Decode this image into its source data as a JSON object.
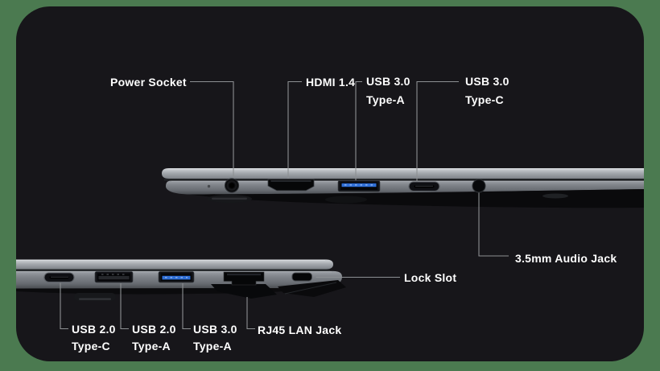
{
  "theme": {
    "outer_background": "#4b7a50",
    "panel_background": "#17161a",
    "label_color": "#ffffff",
    "callout_line_color": "#8d9093",
    "usb3_accent_blue": "#2f6fd6"
  },
  "top_view": {
    "description": "laptop right side ports",
    "callouts": [
      {
        "id": "power-socket",
        "lines": [
          "Power Socket"
        ]
      },
      {
        "id": "hdmi",
        "lines": [
          "HDMI 1.4"
        ]
      },
      {
        "id": "usb3-type-a",
        "lines": [
          "USB 3.0",
          "Type-A"
        ]
      },
      {
        "id": "usb3-type-c",
        "lines": [
          "USB 3.0",
          "Type-C"
        ]
      },
      {
        "id": "audio-jack",
        "lines": [
          "3.5mm Audio Jack"
        ]
      }
    ]
  },
  "bottom_view": {
    "description": "laptop left side ports",
    "callouts": [
      {
        "id": "usb2-type-c",
        "lines": [
          "USB 2.0",
          "Type-C"
        ]
      },
      {
        "id": "usb2-type-a",
        "lines": [
          "USB 2.0",
          "Type-A"
        ]
      },
      {
        "id": "usb3-type-a",
        "lines": [
          "USB 3.0",
          "Type-A"
        ]
      },
      {
        "id": "rj45-lan",
        "lines": [
          "RJ45 LAN Jack"
        ]
      },
      {
        "id": "lock-slot",
        "lines": [
          "Lock Slot"
        ]
      }
    ]
  }
}
